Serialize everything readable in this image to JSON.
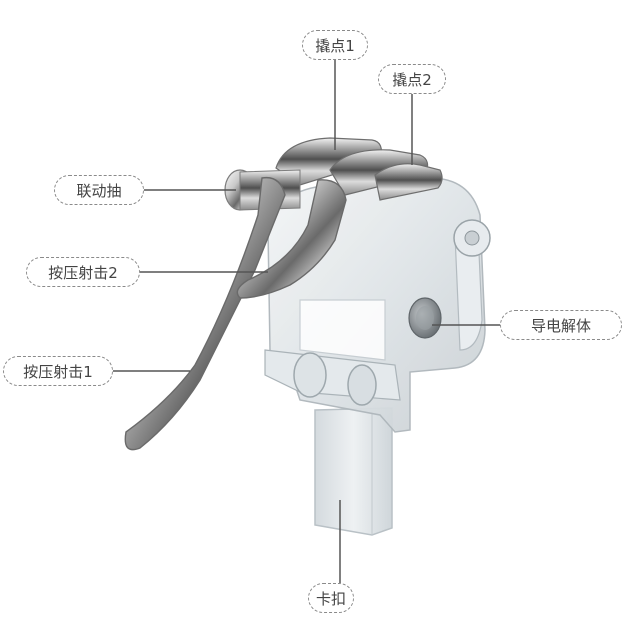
{
  "labels": {
    "qiaodian1": "撬点1",
    "qiaodian2": "撬点2",
    "liandong": "联动抽",
    "anya2": "按压射击2",
    "anya1": "按压射击1",
    "daodian": "导电解体",
    "kakou": "卡扣"
  },
  "colors": {
    "callout_border": "#8a8a8a",
    "callout_text": "#444444",
    "leader_line": "#555555",
    "metal_light": "#f4f4f4",
    "metal_dark": "#5a5a5a",
    "plastic": "#e6ebee",
    "conductor": "#8e9498"
  }
}
